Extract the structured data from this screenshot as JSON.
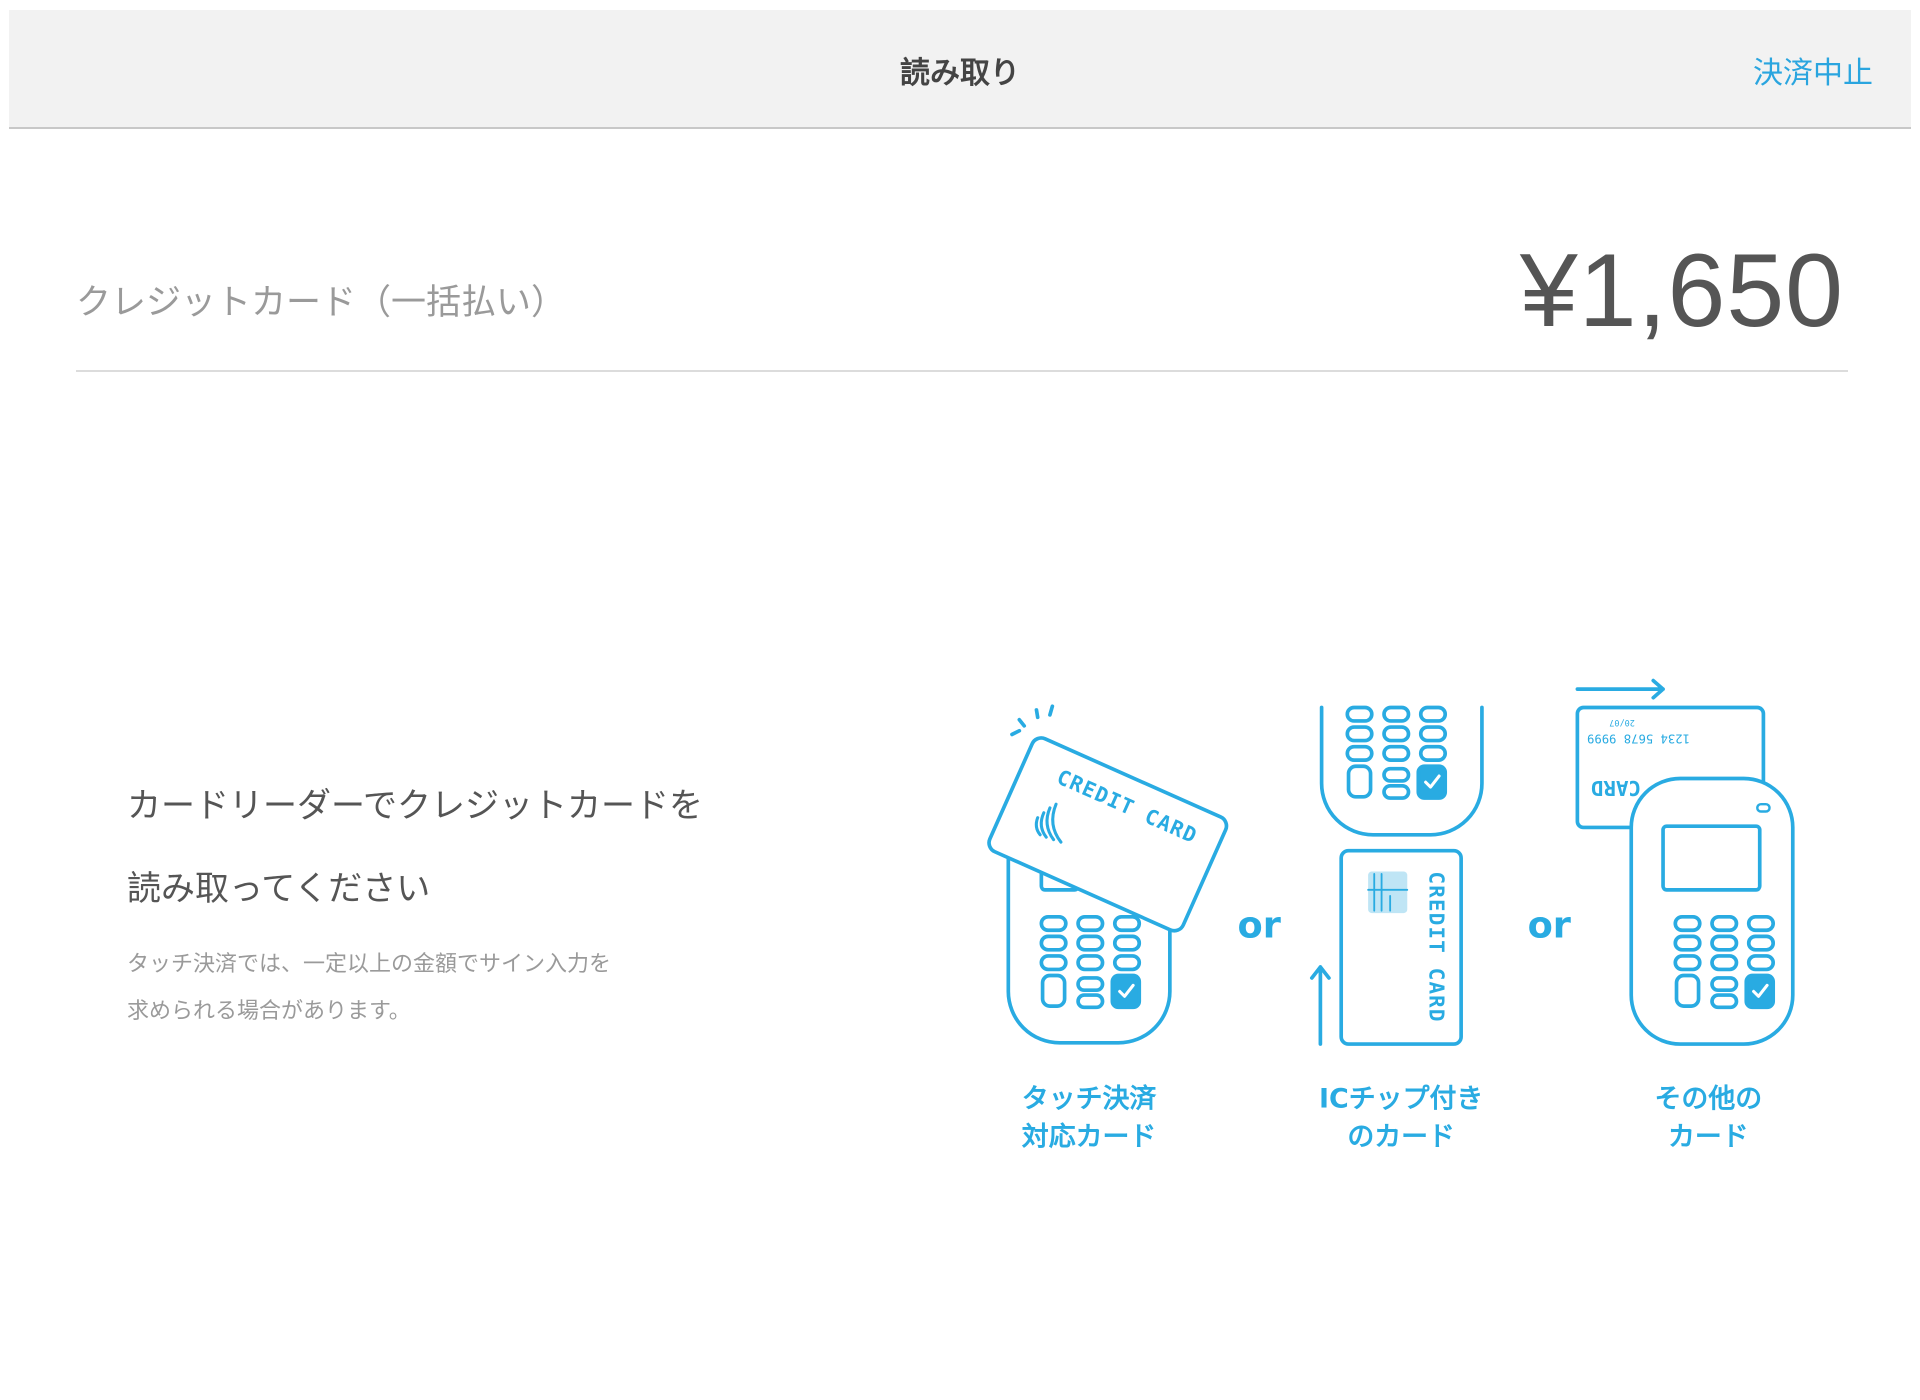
{
  "header": {
    "title": "読み取り",
    "cancel_label": "決済中止"
  },
  "payment": {
    "method": "クレジットカード（一括払い）",
    "amount": "¥1,650"
  },
  "instructions": {
    "line1": "カードリーダーでクレジットカードを",
    "line2": "読み取ってください",
    "note1": "タッチ決済では、一定以上の金額でサイン入力を",
    "note2": "求められる場合があります。"
  },
  "illustration": {
    "accent_color": "#29abe2",
    "or_label": "or",
    "card_text": "CREDIT CARD",
    "card_number": "1234 5678 9999",
    "card_expiry": "20/07",
    "card_partial": "CARD",
    "options": [
      {
        "line1": "タッチ決済",
        "line2": "対応カード",
        "icon": "contactless-reader-icon"
      },
      {
        "line1": "ICチップ付き",
        "line2": "のカード",
        "icon": "ic-chip-reader-icon"
      },
      {
        "line1": "その他の",
        "line2": "カード",
        "icon": "swipe-reader-icon"
      }
    ]
  }
}
